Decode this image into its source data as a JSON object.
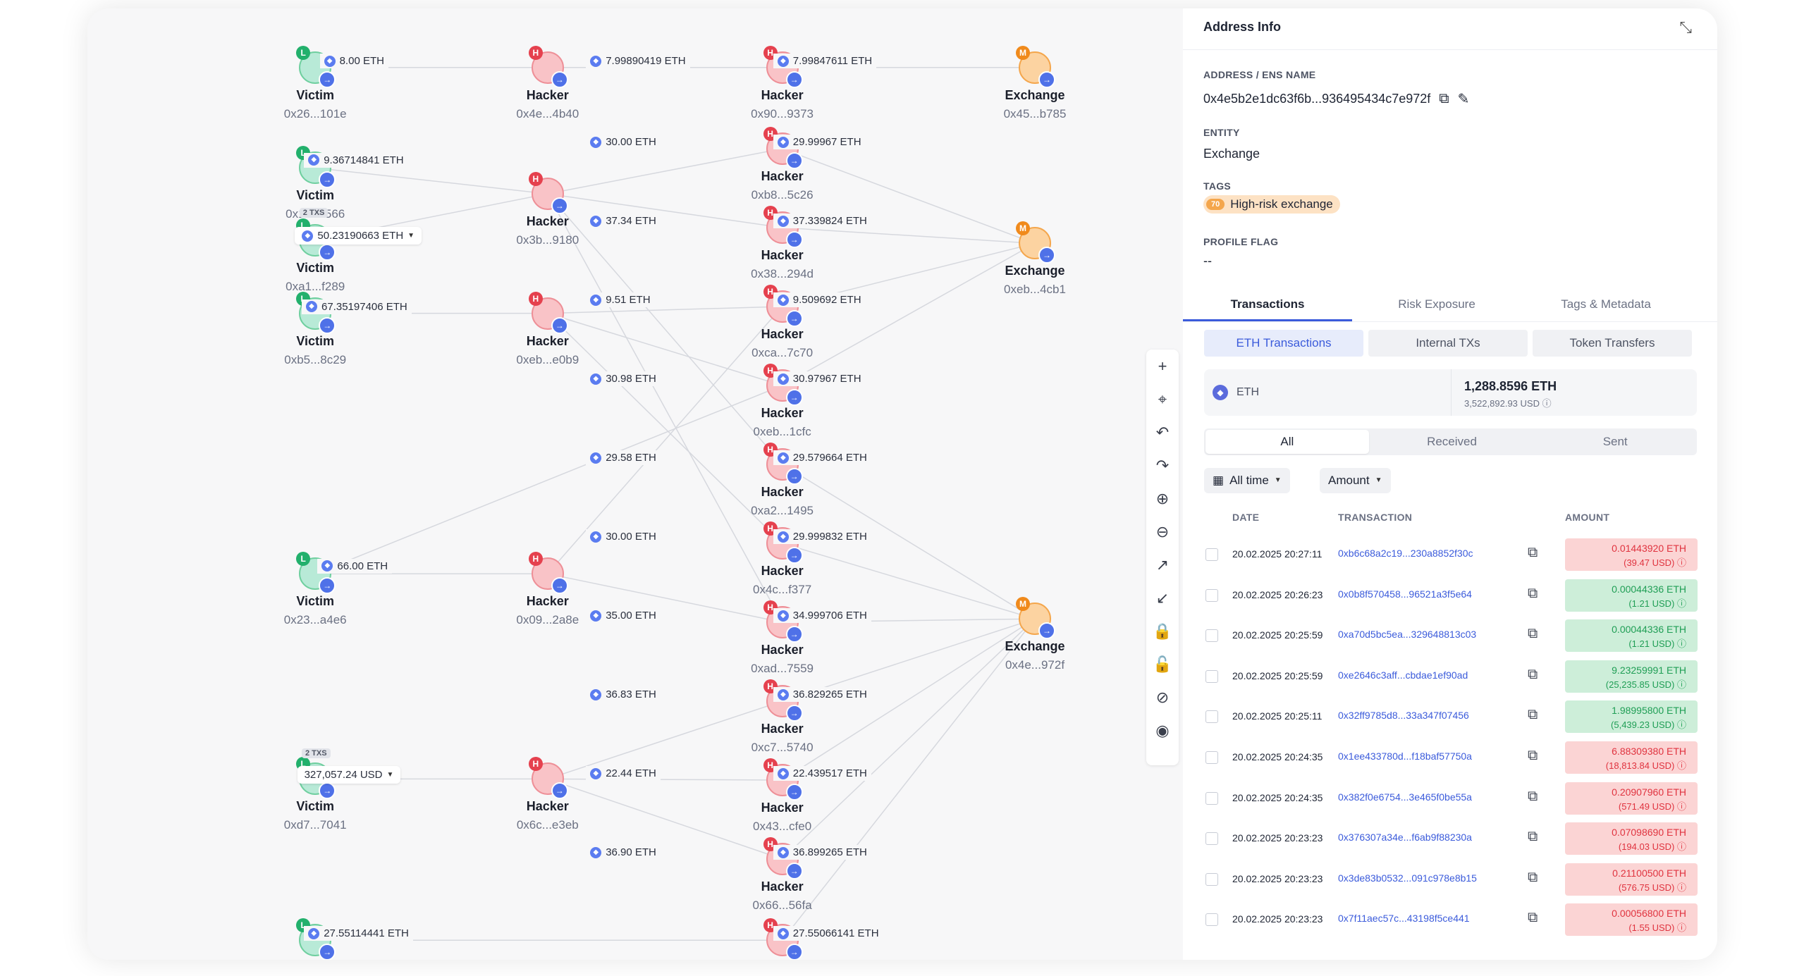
{
  "graph": {
    "nodes": [
      {
        "id": "v1",
        "role": "Victim",
        "addr": "0x26...101e",
        "badge": "L"
      },
      {
        "id": "v2",
        "role": "Victim",
        "addr": "0x1f...6566",
        "badge": "L"
      },
      {
        "id": "v3",
        "role": "Victim",
        "addr": "0xa1...f289",
        "badge": "L"
      },
      {
        "id": "v4",
        "role": "Victim",
        "addr": "0xb5...8c29",
        "badge": "L"
      },
      {
        "id": "v5",
        "role": "Victim",
        "addr": "0x23...a4e6",
        "badge": "L"
      },
      {
        "id": "v6",
        "role": "Victim",
        "addr": "0xd7...7041",
        "badge": "L"
      },
      {
        "id": "v7",
        "role": "",
        "addr": "",
        "badge": "L"
      },
      {
        "id": "h1",
        "role": "Hacker",
        "addr": "0x4e...4b40",
        "badge": "H"
      },
      {
        "id": "h2",
        "role": "Hacker",
        "addr": "0x3b...9180",
        "badge": "H"
      },
      {
        "id": "h3",
        "role": "Hacker",
        "addr": "0xeb...e0b9",
        "badge": "H"
      },
      {
        "id": "h4",
        "role": "Hacker",
        "addr": "0x09...2a8e",
        "badge": "H"
      },
      {
        "id": "h5",
        "role": "Hacker",
        "addr": "0x6c...e3eb",
        "badge": "H"
      },
      {
        "id": "m1",
        "role": "Hacker",
        "addr": "0x90...9373",
        "badge": "H"
      },
      {
        "id": "m2",
        "role": "Hacker",
        "addr": "0xb8...5c26",
        "badge": "H"
      },
      {
        "id": "m3",
        "role": "Hacker",
        "addr": "0x38...294d",
        "badge": "H"
      },
      {
        "id": "m4",
        "role": "Hacker",
        "addr": "0xca...7c70",
        "badge": "H"
      },
      {
        "id": "m5",
        "role": "Hacker",
        "addr": "0xeb...1cfc",
        "badge": "H"
      },
      {
        "id": "m6",
        "role": "Hacker",
        "addr": "0xa2...1495",
        "badge": "H"
      },
      {
        "id": "m7",
        "role": "Hacker",
        "addr": "0x4c...f377",
        "badge": "H"
      },
      {
        "id": "m8",
        "role": "Hacker",
        "addr": "0xad...7559",
        "badge": "H"
      },
      {
        "id": "m9",
        "role": "Hacker",
        "addr": "0xc7...5740",
        "badge": "H"
      },
      {
        "id": "m10",
        "role": "Hacker",
        "addr": "0x43...cfe0",
        "badge": "H"
      },
      {
        "id": "m11",
        "role": "Hacker",
        "addr": "0x66...56fa",
        "badge": "H"
      },
      {
        "id": "m12",
        "role": "",
        "addr": "",
        "badge": "H"
      },
      {
        "id": "e1",
        "role": "Exchange",
        "addr": "0x45...b785",
        "badge": "M"
      },
      {
        "id": "e2",
        "role": "Exchange",
        "addr": "0xeb...4cb1",
        "badge": "M"
      },
      {
        "id": "e3",
        "role": "Exchange",
        "addr": "0x4e...972f",
        "badge": "M"
      }
    ],
    "edge_labels": [
      {
        "id": "l1",
        "text": "8.00 ETH"
      },
      {
        "id": "l2",
        "text": "7.99890419 ETH"
      },
      {
        "id": "l3",
        "text": "7.99847611 ETH"
      },
      {
        "id": "l4",
        "text": "9.36714841 ETH"
      },
      {
        "id": "l5",
        "text": "30.00 ETH"
      },
      {
        "id": "l6",
        "text": "29.99967 ETH"
      },
      {
        "id": "l7",
        "text": "50.23190663 ETH",
        "txs": "2 TXS"
      },
      {
        "id": "l8",
        "text": "37.34 ETH"
      },
      {
        "id": "l9",
        "text": "37.339824 ETH"
      },
      {
        "id": "l10",
        "text": "67.35197406 ETH"
      },
      {
        "id": "l11",
        "text": "9.51 ETH"
      },
      {
        "id": "l12",
        "text": "9.509692 ETH"
      },
      {
        "id": "l13",
        "text": "30.98 ETH"
      },
      {
        "id": "l14",
        "text": "30.97967 ETH"
      },
      {
        "id": "l15",
        "text": "29.58 ETH"
      },
      {
        "id": "l16",
        "text": "29.579664 ETH"
      },
      {
        "id": "l17",
        "text": "30.00 ETH"
      },
      {
        "id": "l18",
        "text": "29.999832 ETH"
      },
      {
        "id": "l19",
        "text": "66.00 ETH"
      },
      {
        "id": "l20",
        "text": "35.00 ETH"
      },
      {
        "id": "l21",
        "text": "34.999706 ETH"
      },
      {
        "id": "l22",
        "text": "36.83 ETH"
      },
      {
        "id": "l23",
        "text": "36.829265 ETH"
      },
      {
        "id": "l24",
        "text": "327,057.24 USD",
        "txs": "2 TXS"
      },
      {
        "id": "l25",
        "text": "22.44 ETH"
      },
      {
        "id": "l26",
        "text": "22.439517 ETH"
      },
      {
        "id": "l27",
        "text": "36.90 ETH"
      },
      {
        "id": "l28",
        "text": "36.899265 ETH"
      },
      {
        "id": "l29",
        "text": "27.55114441 ETH"
      },
      {
        "id": "l30",
        "text": "27.55066141 ETH"
      }
    ]
  },
  "toolbar": {
    "tools": [
      {
        "name": "zoom-add-icon",
        "glyph": "+"
      },
      {
        "name": "locate-icon",
        "glyph": "⌖"
      },
      {
        "name": "undo-icon",
        "glyph": "↶"
      },
      {
        "name": "redo-icon",
        "glyph": "↷"
      },
      {
        "name": "zoom-in-icon",
        "glyph": "⊕"
      },
      {
        "name": "zoom-out-icon",
        "glyph": "⊖"
      },
      {
        "name": "expand-icon",
        "glyph": "↗"
      },
      {
        "name": "collapse-icon",
        "glyph": "↙"
      },
      {
        "name": "lock-icon",
        "glyph": "🔒"
      },
      {
        "name": "unlock-icon",
        "glyph": "🔓"
      },
      {
        "name": "hide-icon",
        "glyph": "⊘"
      },
      {
        "name": "show-icon",
        "glyph": "◉"
      }
    ]
  },
  "panel": {
    "title": "Address Info",
    "address_label": "ADDRESS / ENS NAME",
    "address": "0x4e5b2e1dc63f6b...936495434c7e972f",
    "entity_label": "ENTITY",
    "entity": "Exchange",
    "tags_label": "TAGS",
    "tag_score": "70",
    "tag_name": "High-risk exchange",
    "flag_label": "PROFILE FLAG",
    "flag": "--",
    "tabs": [
      "Transactions",
      "Risk Exposure",
      "Tags & Metadata"
    ],
    "subtabs": [
      "ETH Transactions",
      "Internal TXs",
      "Token Transfers"
    ],
    "balance_symbol": "ETH",
    "balance_amount": "1,288.8596 ETH",
    "balance_usd": "3,522,892.93 USD",
    "filters": [
      "All",
      "Received",
      "Sent"
    ],
    "time_filter": "All time",
    "amount_filter": "Amount",
    "col_date": "DATE",
    "col_tx": "TRANSACTION",
    "col_amount": "AMOUNT",
    "rows": [
      {
        "date": "20.02.2025 20:27:11",
        "hash": "0xb6c68a2c19...230a8852f30c",
        "eth": "0.01443920 ETH",
        "usd": "(39.47 USD)",
        "dir": "out"
      },
      {
        "date": "20.02.2025 20:26:23",
        "hash": "0x0b8f570458...96521a3f5e64",
        "eth": "0.00044336 ETH",
        "usd": "(1.21 USD)",
        "dir": "in"
      },
      {
        "date": "20.02.2025 20:25:59",
        "hash": "0xa70d5bc5ea...329648813c03",
        "eth": "0.00044336 ETH",
        "usd": "(1.21 USD)",
        "dir": "in"
      },
      {
        "date": "20.02.2025 20:25:59",
        "hash": "0xe2646c3aff...cbdae1ef90ad",
        "eth": "9.23259991 ETH",
        "usd": "(25,235.85 USD)",
        "dir": "in"
      },
      {
        "date": "20.02.2025 20:25:11",
        "hash": "0x32ff9785d8...33a347f07456",
        "eth": "1.98995800 ETH",
        "usd": "(5,439.23 USD)",
        "dir": "in"
      },
      {
        "date": "20.02.2025 20:24:35",
        "hash": "0x1ee433780d...f18baf57750a",
        "eth": "6.88309380 ETH",
        "usd": "(18,813.84 USD)",
        "dir": "out"
      },
      {
        "date": "20.02.2025 20:24:35",
        "hash": "0x382f0e6754...3e465f0be55a",
        "eth": "0.20907960 ETH",
        "usd": "(571.49 USD)",
        "dir": "out"
      },
      {
        "date": "20.02.2025 20:23:23",
        "hash": "0x376307a34e...f6ab9f88230a",
        "eth": "0.07098690 ETH",
        "usd": "(194.03 USD)",
        "dir": "out"
      },
      {
        "date": "20.02.2025 20:23:23",
        "hash": "0x3de83b0532...091c978e8b15",
        "eth": "0.21100500 ETH",
        "usd": "(576.75 USD)",
        "dir": "out"
      },
      {
        "date": "20.02.2025 20:23:23",
        "hash": "0x7f11aec57c...43198f5ce441",
        "eth": "0.00056800 ETH",
        "usd": "(1.55 USD)",
        "dir": "out"
      }
    ]
  }
}
